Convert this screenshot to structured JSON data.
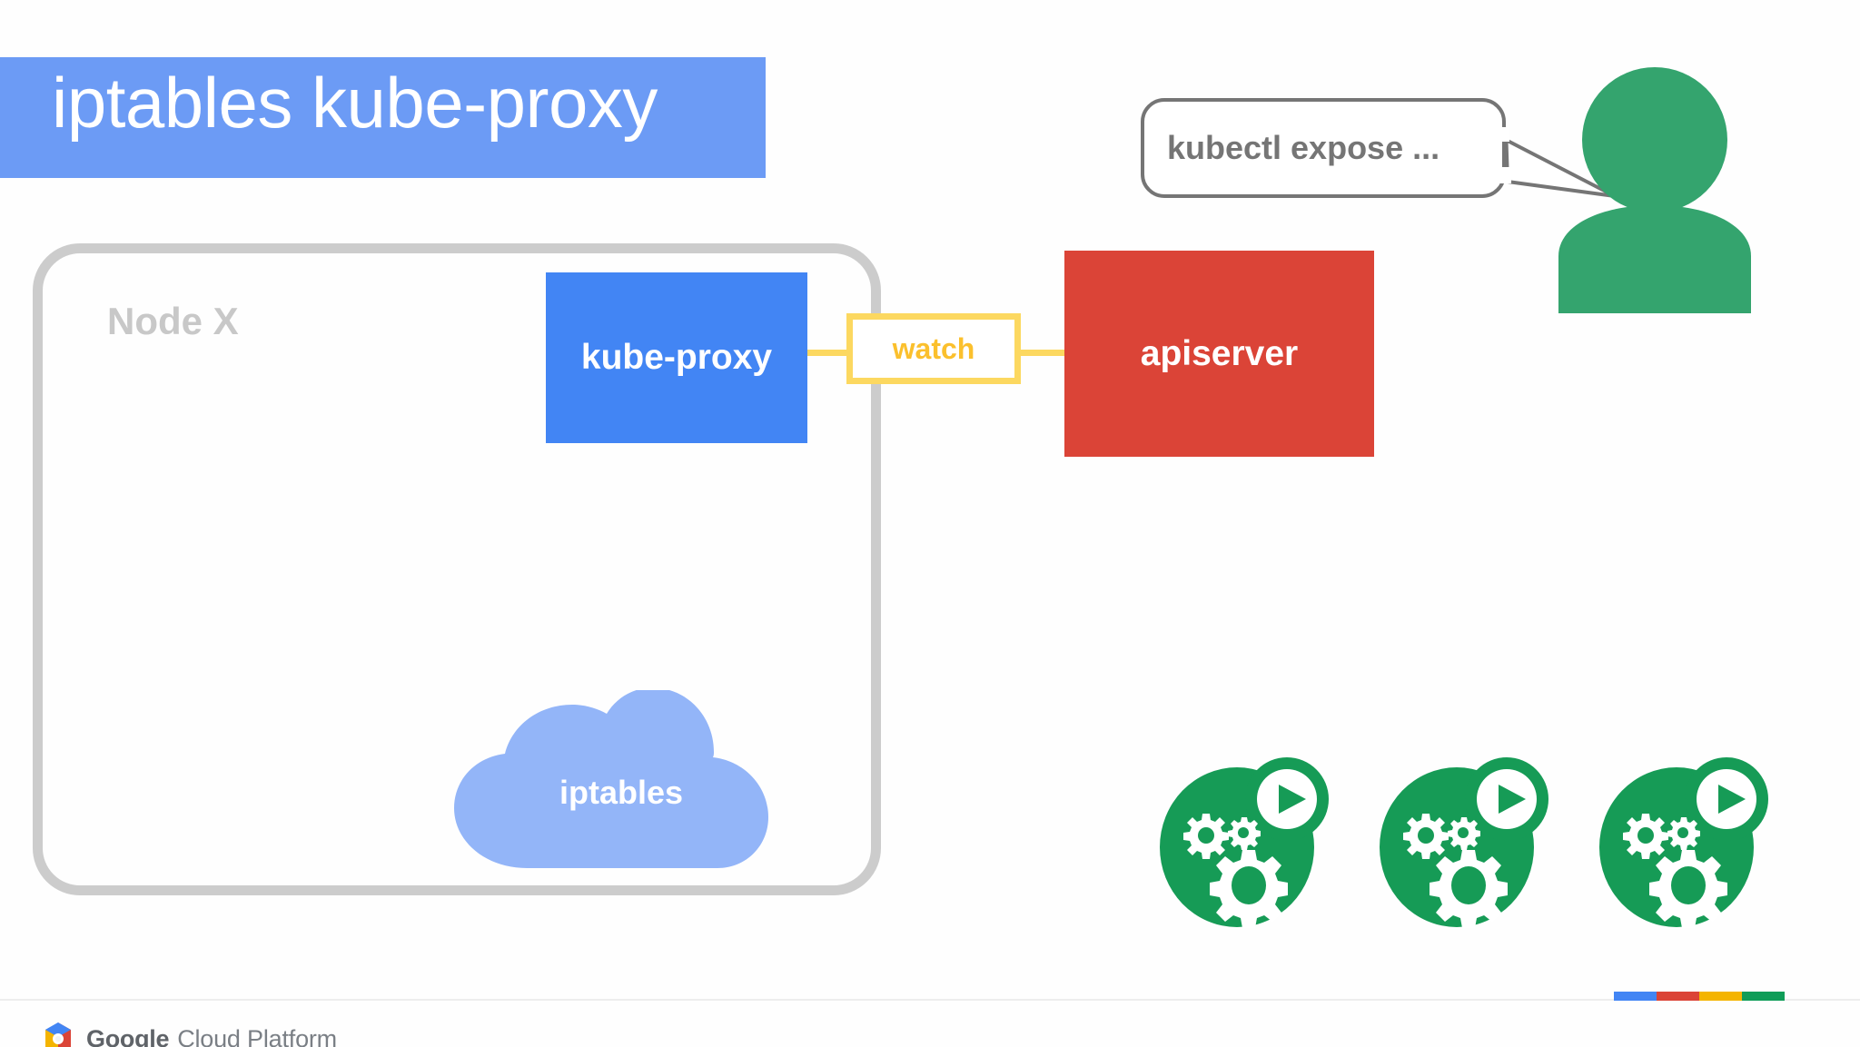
{
  "slide": {
    "title": "iptables kube-proxy",
    "background_color": "#fefefe"
  },
  "banner": {
    "color": "#6C9BF5",
    "text_color": "#ffffff"
  },
  "node": {
    "label": "Node X",
    "border_color": "#CCCCCC",
    "label_color": "#C8C8C8"
  },
  "components": {
    "kube_proxy": {
      "label": "kube-proxy",
      "color": "#4285F4",
      "text_color": "#ffffff"
    },
    "apiserver": {
      "label": "apiserver",
      "color": "#DB4437",
      "text_color": "#ffffff"
    },
    "iptables": {
      "label": "iptables",
      "color": "#93B5F8",
      "text_color": "#ffffff"
    }
  },
  "connector": {
    "label": "watch",
    "line_color": "#FCD860",
    "border_color": "#FCD860",
    "text_color": "#FBC02D"
  },
  "user": {
    "speech_text": "kubectl expose ...",
    "speech_border_color": "#757575",
    "speech_text_color": "#757575",
    "avatar_color": "#34A46E",
    "avatar_icon": "person-icon"
  },
  "pods": {
    "color": "#169B56",
    "icon": "running-pod-icon",
    "items": [
      {
        "icon": "running-pod-icon"
      },
      {
        "icon": "running-pod-icon"
      },
      {
        "icon": "running-pod-icon"
      }
    ]
  },
  "footer": {
    "logo_icon": "google-cloud-hexagon-icon",
    "wordmark_bold": "Google",
    "wordmark_light": "Cloud Platform",
    "divider_color": "#EDEDED",
    "brand_bar": [
      {
        "name": "blue",
        "color": "#4285F4"
      },
      {
        "name": "red",
        "color": "#DB4437"
      },
      {
        "name": "yellow",
        "color": "#F4B400"
      },
      {
        "name": "green",
        "color": "#0F9D58"
      }
    ]
  }
}
